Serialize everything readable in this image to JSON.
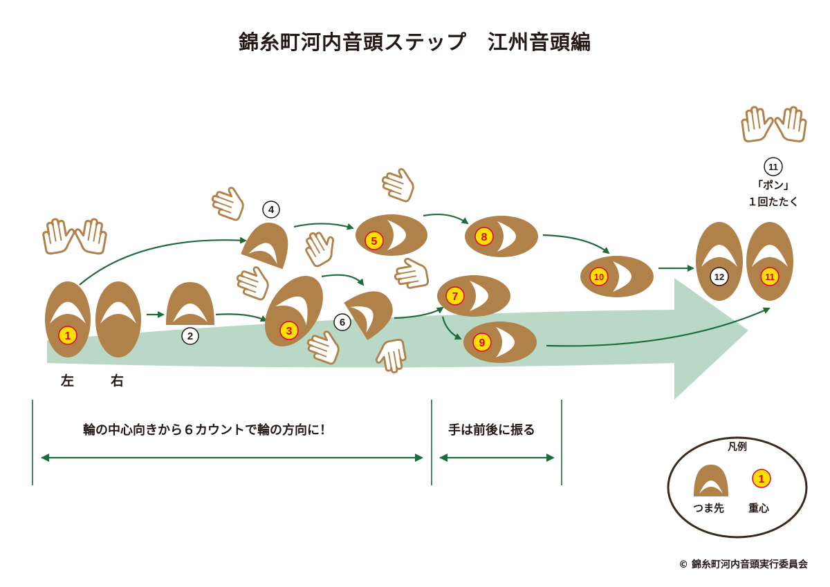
{
  "title": "錦糸町河内音頭ステップ　江州音頭編",
  "foot_labels": {
    "left": "左",
    "right": "右"
  },
  "steps": [
    "1",
    "2",
    "3",
    "4",
    "5",
    "6",
    "7",
    "8",
    "9",
    "10",
    "11",
    "12"
  ],
  "step11_note": {
    "line1": "「ポン」",
    "line2": "１回たたく"
  },
  "sections": [
    {
      "label": "輪の中心向きから６カウントで輪の方向に！"
    },
    {
      "label": "手は前後に振る"
    }
  ],
  "legend": {
    "title": "凡例",
    "toe_label": "つま先",
    "weight_label": "重心",
    "weight_sample": "1"
  },
  "credit": "© 錦糸町河内音頭実行委員会",
  "colors": {
    "foot": "#b08148",
    "outline": "#3a2a1c",
    "weight": "#ffe100",
    "weight_ring": "#e0002a",
    "arrow": "#1f6b3a",
    "band": "#b9d8c6"
  }
}
